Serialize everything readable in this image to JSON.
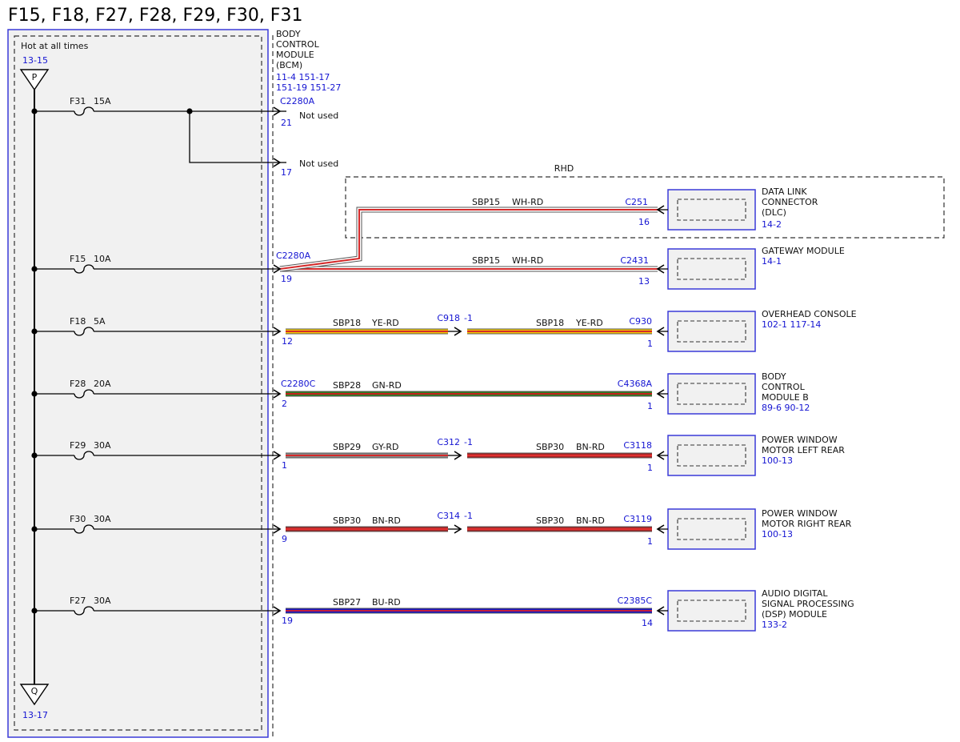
{
  "title": "F15, F18, F27, F28, F29, F30, F31",
  "colors": {
    "fuse_box_border": "#3a3ad8",
    "fuse_box_fill": "#f1f1f1",
    "ref_text": "#1414d2",
    "wire_colors": {
      "WH-RD": [
        "#ffffff",
        "#d42a2a"
      ],
      "YE-RD": [
        "#f6c800",
        "#d42a2a"
      ],
      "GN-RD": [
        "#2e7d1e",
        "#c4201e"
      ],
      "GY-RD": [
        "#8c8c8c",
        "#d42a2a"
      ],
      "BN-RD": [
        "#a82424",
        "#e03030"
      ],
      "BU-RD": [
        "#1414c8",
        "#c41e3a"
      ]
    }
  },
  "power": {
    "hot_label": "Hot at all times",
    "top_ref": "13-15",
    "top_connector": "P",
    "bottom_connector": "Q",
    "bottom_ref": "13-17"
  },
  "bcm": {
    "name_lines": [
      "BODY",
      "CONTROL",
      "MODULE",
      "(BCM)"
    ],
    "ref_lines": [
      "11-4     151-17",
      "151-19  151-27"
    ]
  },
  "rhd_label": "RHD",
  "circuits": [
    {
      "fuse": "F31",
      "amps": "15A",
      "connector": "C2280A",
      "outputs": [
        {
          "pin": "21",
          "note": "Not used"
        },
        {
          "pin": "17",
          "note": "Not used"
        }
      ]
    },
    {
      "fuse": "F15",
      "amps": "10A",
      "start_connector": "C2280A",
      "start_pin": "19",
      "branches": [
        {
          "circuit": "SBP15",
          "color": "WH-RD",
          "end_connector": "C251",
          "end_pin": "16",
          "module_lines": [
            "DATA LINK",
            "CONNECTOR",
            "(DLC)"
          ],
          "module_refs": "14-2"
        },
        {
          "circuit": "SBP15",
          "color": "WH-RD",
          "end_connector": "C2431",
          "end_pin": "13",
          "module_lines": [
            "GATEWAY MODULE"
          ],
          "module_refs": "14-1"
        }
      ]
    },
    {
      "fuse": "F18",
      "amps": "5A",
      "start_pin": "12",
      "seg1": {
        "circuit": "SBP18",
        "color": "YE-RD"
      },
      "inline_connector": "C918",
      "inline_pin": "-1",
      "seg2": {
        "circuit": "SBP18",
        "color": "YE-RD"
      },
      "end_connector": "C930",
      "end_pin": "1",
      "module_lines": [
        "OVERHEAD CONSOLE"
      ],
      "module_refs": "102-1    117-14"
    },
    {
      "fuse": "F28",
      "amps": "20A",
      "start_connector": "C2280C",
      "start_pin": "2",
      "seg1": {
        "circuit": "SBP28",
        "color": "GN-RD"
      },
      "end_connector": "C4368A",
      "end_pin": "1",
      "module_lines": [
        "BODY",
        "CONTROL",
        "MODULE B"
      ],
      "module_refs": "89-6    90-12"
    },
    {
      "fuse": "F29",
      "amps": "30A",
      "start_pin": "1",
      "seg1": {
        "circuit": "SBP29",
        "color": "GY-RD"
      },
      "inline_connector": "C312",
      "inline_pin": "-1",
      "seg2": {
        "circuit": "SBP30",
        "color": "BN-RD"
      },
      "end_connector": "C3118",
      "end_pin": "1",
      "module_lines": [
        "POWER WINDOW",
        "MOTOR LEFT REAR"
      ],
      "module_refs": "100-13"
    },
    {
      "fuse": "F30",
      "amps": "30A",
      "start_pin": "9",
      "seg1": {
        "circuit": "SBP30",
        "color": "BN-RD"
      },
      "inline_connector": "C314",
      "inline_pin": "-1",
      "seg2": {
        "circuit": "SBP30",
        "color": "BN-RD"
      },
      "end_connector": "C3119",
      "end_pin": "1",
      "module_lines": [
        "POWER WINDOW",
        "MOTOR RIGHT REAR"
      ],
      "module_refs": "100-13"
    },
    {
      "fuse": "F27",
      "amps": "30A",
      "start_pin": "19",
      "seg1": {
        "circuit": "SBP27",
        "color": "BU-RD"
      },
      "end_connector": "C2385C",
      "end_pin": "14",
      "module_lines": [
        "AUDIO DIGITAL",
        "SIGNAL PROCESSING",
        "(DSP) MODULE"
      ],
      "module_refs": "133-2"
    }
  ]
}
